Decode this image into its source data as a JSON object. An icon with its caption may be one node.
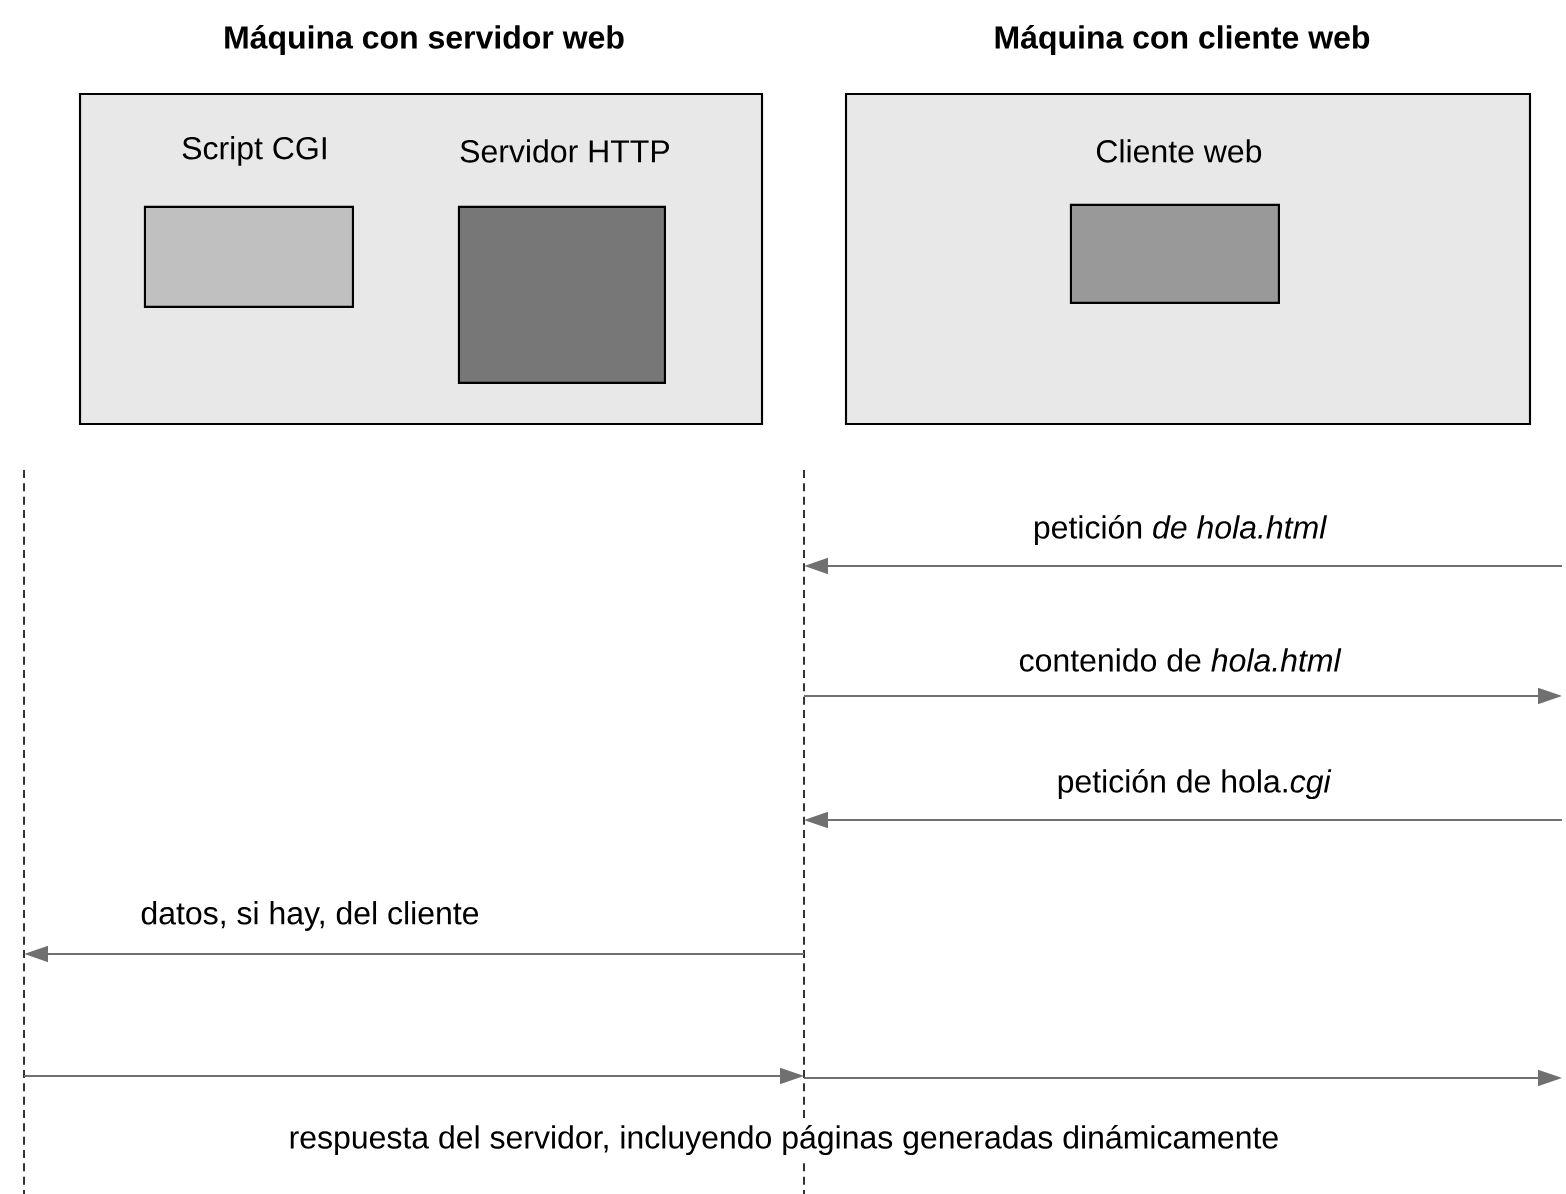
{
  "diagram": {
    "nodes": [
      {
        "text": [
          "Máquina con servidor web"
        ]
      },
      {
        "text": [
          "Script CGI"
        ],
        "in": 0
      },
      {
        "text": [
          "Servidor HTTP"
        ],
        "in": 0
      },
      {
        "text": [
          "Máquina con cliente web"
        ]
      },
      {
        "text": [
          "Cliente web"
        ],
        "in": 3
      },
      {
        "text": [],
        "shape": "line"
      },
      {
        "text": [],
        "shape": "line"
      }
    ],
    "edges": [
      {
        "from": null,
        "to": 6,
        "arrow": "to",
        "label": "petición *de hola.html*"
      },
      {
        "from": 6,
        "to": null,
        "arrow": "to",
        "label": "contenido de *hola.html*"
      },
      {
        "from": null,
        "to": 6,
        "arrow": "to",
        "label": "petición de hola.*cgi*"
      },
      {
        "from": 6,
        "to": 5,
        "arrow": "to",
        "label": "datos, si hay, del cliente"
      },
      {
        "from": 5,
        "to": 6,
        "arrow": "to",
        "label": "respuesta del servidor, incluyendo páginas generadas dinámicamente"
      },
      {
        "from": 6,
        "to": null,
        "arrow": "to"
      }
    ]
  }
}
